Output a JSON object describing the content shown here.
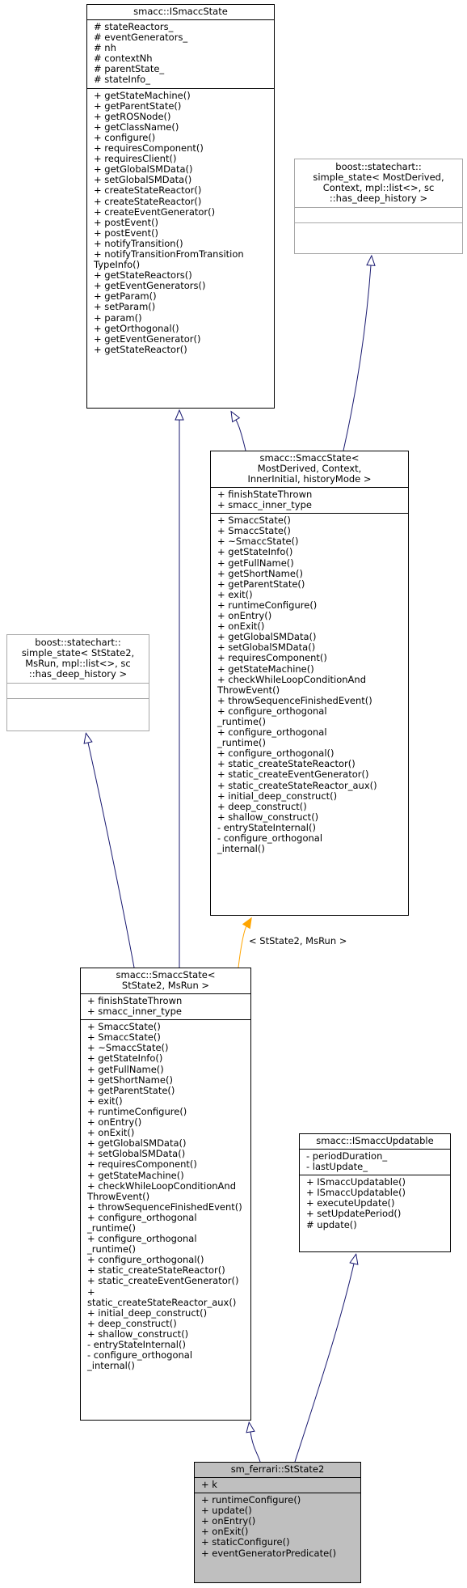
{
  "nodes": {
    "ismaccstate": {
      "title": "smacc::ISmaccState",
      "attributes": "# stateReactors_\n# eventGenerators_\n# nh\n# contextNh\n# parentState_\n# stateInfo_",
      "methods": "+ getStateMachine()\n+ getParentState()\n+ getROSNode()\n+ getClassName()\n+ configure()\n+ requiresComponent()\n+ requiresClient()\n+ getGlobalSMData()\n+ setGlobalSMData()\n+ createStateReactor()\n+ createStateReactor()\n+ createEventGenerator()\n+ postEvent()\n+ postEvent()\n+ notifyTransition()\n+ notifyTransitionFromTransition\nTypeInfo()\n+ getStateReactors()\n+ getEventGenerators()\n+ getParam()\n+ setParam()\n+ param()\n+ getOrthogonal()\n+ getEventGenerator()\n+ getStateReactor()"
    },
    "simple_state_generic": {
      "title": "boost::statechart::\nsimple_state< MostDerived,\n Context, mpl::list<>, sc\n::has_deep_history >"
    },
    "smaccstate_template": {
      "title": "smacc::SmaccState<\n MostDerived, Context,\n InnerInitial, historyMode >",
      "attributes": "+ finishStateThrown\n+ smacc_inner_type",
      "methods": "+ SmaccState()\n+ SmaccState()\n+ ~SmaccState()\n+ getStateInfo()\n+ getFullName()\n+ getShortName()\n+ getParentState()\n+ exit()\n+ runtimeConfigure()\n+ onEntry()\n+ onExit()\n+ getGlobalSMData()\n+ setGlobalSMData()\n+ requiresComponent()\n+ getStateMachine()\n+ checkWhileLoopConditionAnd\nThrowEvent()\n+ throwSequenceFinishedEvent()\n+ configure_orthogonal\n_runtime()\n+ configure_orthogonal\n_runtime()\n+ configure_orthogonal()\n+ static_createStateReactor()\n+ static_createEventGenerator()\n+ static_createStateReactor_aux()\n+ initial_deep_construct()\n+ deep_construct()\n+ shallow_construct()\n- entryStateInternal()\n- configure_orthogonal\n_internal()"
    },
    "simple_state_ststate2": {
      "title": "boost::statechart::\nsimple_state< StState2,\n MsRun, mpl::list<>, sc\n::has_deep_history >"
    },
    "smaccstate_ststate2": {
      "title": "smacc::SmaccState<\n StState2, MsRun >",
      "attributes": "+ finishStateThrown\n+ smacc_inner_type",
      "methods": "+ SmaccState()\n+ SmaccState()\n+ ~SmaccState()\n+ getStateInfo()\n+ getFullName()\n+ getShortName()\n+ getParentState()\n+ exit()\n+ runtimeConfigure()\n+ onEntry()\n+ onExit()\n+ getGlobalSMData()\n+ setGlobalSMData()\n+ requiresComponent()\n+ getStateMachine()\n+ checkWhileLoopConditionAnd\nThrowEvent()\n+ throwSequenceFinishedEvent()\n+ configure_orthogonal\n_runtime()\n+ configure_orthogonal\n_runtime()\n+ configure_orthogonal()\n+ static_createStateReactor()\n+ static_createEventGenerator()\n+ static_createStateReactor_aux()\n+ initial_deep_construct()\n+ deep_construct()\n+ shallow_construct()\n- entryStateInternal()\n- configure_orthogonal\n_internal()"
    },
    "ismaccupdatable": {
      "title": "smacc::ISmaccUpdatable",
      "attributes": "- periodDuration_\n- lastUpdate_",
      "methods": "+ ISmaccUpdatable()\n+ ISmaccUpdatable()\n+ executeUpdate()\n+ setUpdatePeriod()\n# update()"
    },
    "ststate2": {
      "title": "sm_ferrari::StState2",
      "attributes": "+ k",
      "methods": "+ runtimeConfigure()\n+ update()\n+ onEntry()\n+ onExit()\n+ staticConfigure()\n+ eventGeneratorPredicate()"
    }
  },
  "edge_labels": {
    "template_binding": "< StState2, MsRun >"
  },
  "colors": {
    "inheritance_edge": "#191970",
    "template_edge": "#ffa500",
    "focus_fill": "#bfbfbf",
    "grey_border": "#a8a8a8"
  }
}
